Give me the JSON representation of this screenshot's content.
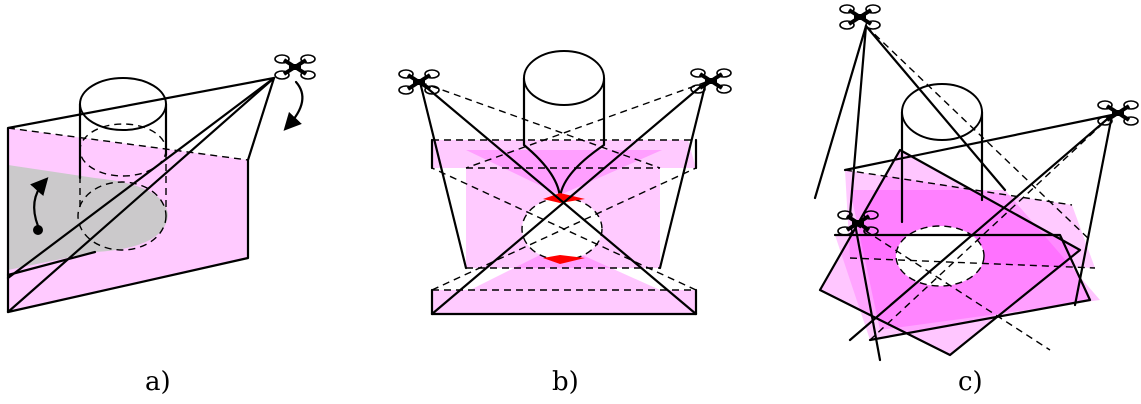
{
  "panels": [
    {
      "label": "a)"
    },
    {
      "label": "b)"
    },
    {
      "label": "c)"
    }
  ],
  "colors": {
    "plane": "#ff66ff",
    "shadow": "#c8c8c8",
    "contact": "#ff0000",
    "line": "#000000"
  },
  "icons": {
    "drone": "quadcopter-icon",
    "rotation": "curved-arrow-icon"
  }
}
